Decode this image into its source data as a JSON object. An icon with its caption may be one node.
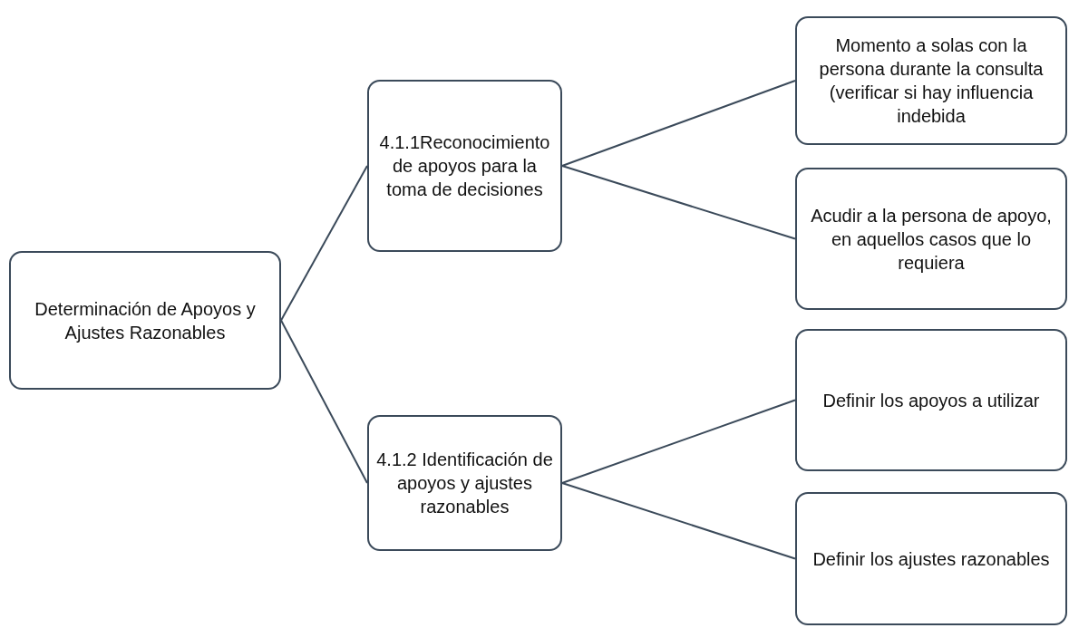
{
  "diagram": {
    "nodes": [
      {
        "text": [
          "Determinación de Apoyos y Ajustes Razonables"
        ]
      },
      {
        "text": [
          "4.1.1Reconocimiento de apoyos para la toma de decisiones"
        ]
      },
      {
        "text": [
          "4.1.2 Identificación de apoyos y ajustes razonables"
        ]
      },
      {
        "text": [
          "Momento a solas con la persona durante la consulta (verificar si hay influencia indebida"
        ]
      },
      {
        "text": [
          "Acudir a la persona de apoyo, en aquellos casos que lo requiera"
        ]
      },
      {
        "text": [
          "Definir los apoyos a utilizar"
        ]
      },
      {
        "text": [
          "Definir los ajustes razonables"
        ]
      }
    ],
    "edges": [
      {
        "from": 0,
        "to": 1,
        "arrow": "none"
      },
      {
        "from": 0,
        "to": 2,
        "arrow": "none"
      },
      {
        "from": 1,
        "to": 3,
        "arrow": "none"
      },
      {
        "from": 1,
        "to": 4,
        "arrow": "none"
      },
      {
        "from": 2,
        "to": 5,
        "arrow": "none"
      },
      {
        "from": 2,
        "to": 6,
        "arrow": "none"
      }
    ]
  }
}
